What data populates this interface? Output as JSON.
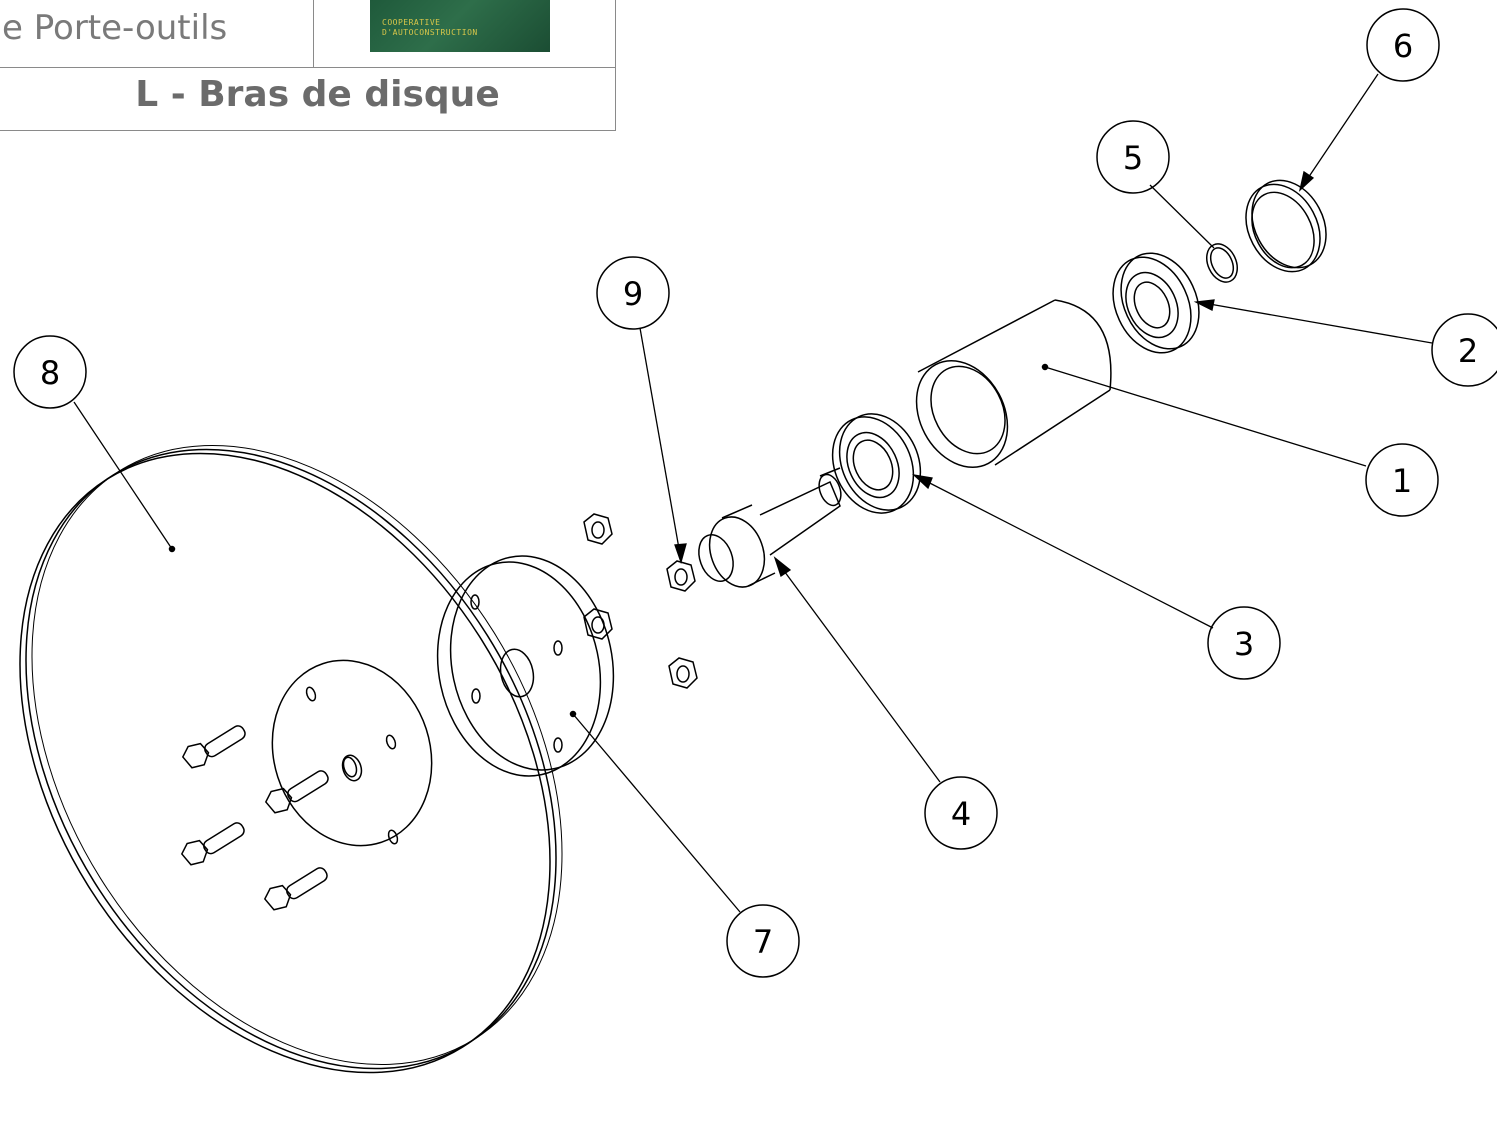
{
  "title_block": {
    "project": "e Porte-outils",
    "sheet_title": "L - Bras de disque",
    "logo_line1": "COOPERATIVE",
    "logo_line2": "D'AUTOCONSTRUCTION"
  },
  "balloons": [
    {
      "id": "b1",
      "label": "1"
    },
    {
      "id": "b2",
      "label": "2"
    },
    {
      "id": "b3",
      "label": "3"
    },
    {
      "id": "b4",
      "label": "4"
    },
    {
      "id": "b5",
      "label": "5"
    },
    {
      "id": "b6",
      "label": "6"
    },
    {
      "id": "b7",
      "label": "7"
    },
    {
      "id": "b8",
      "label": "8"
    },
    {
      "id": "b9",
      "label": "9"
    }
  ],
  "colors": {
    "line": "#000000",
    "frame": "#8a8a8a",
    "logo_green": "#1f5a3b",
    "logo_text": "#d8c64a"
  }
}
